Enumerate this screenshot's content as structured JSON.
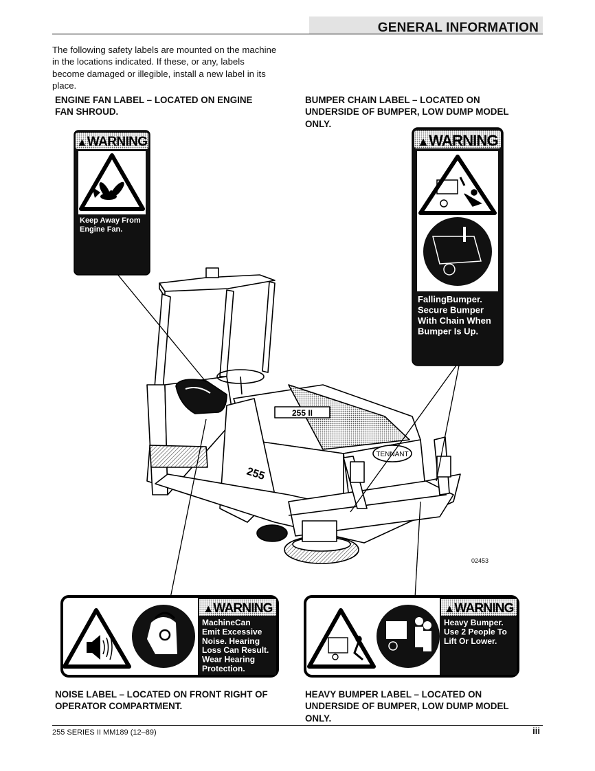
{
  "header": {
    "title": "GENERAL INFORMATION"
  },
  "intro": "The following safety labels are mounted on the machine in the locations indicated. If these, or any, labels become damaged or illegible, install a new label in its place.",
  "captions": {
    "engine_fan": [
      "ENGINE FAN LABEL – LOCATED ON ENGINE",
      "FAN SHROUD."
    ],
    "bumper_chain": [
      "BUMPER CHAIN LABEL – LOCATED ON",
      "UNDERSIDE OF BUMPER, LOW DUMP MODEL",
      "ONLY."
    ],
    "noise": [
      "NOISE LABEL – LOCATED ON FRONT RIGHT OF",
      "OPERATOR COMPARTMENT."
    ],
    "heavy_bumper": [
      "HEAVY BUMPER LABEL –  LOCATED ON",
      "UNDERSIDE OF BUMPER, LOW DUMP MODEL",
      "ONLY."
    ]
  },
  "labels": {
    "warning_word": "WARNING",
    "engine_fan": {
      "lines": [
        "Keep Away From",
        "Engine Fan."
      ]
    },
    "bumper_chain": {
      "lines": [
        "FallingBumper.",
        "Secure Bumper",
        "With Chain When",
        "Bumper Is Up."
      ]
    },
    "noise": {
      "lines": [
        "MachineCan",
        "Emit Excessive",
        "Noise. Hearing",
        "Loss Can Result.",
        "Wear Hearing",
        "Protection."
      ]
    },
    "heavy_bumper": {
      "lines": [
        "Heavy Bumper.",
        "Use 2 People To",
        "Lift Or Lower."
      ]
    }
  },
  "machine": {
    "model_badge": "255 II",
    "side_badge": "255",
    "brand": "TENNANT"
  },
  "figure_number": "02453",
  "footer": {
    "left": "255 SERIES II  MM189 (12–89)",
    "page": "iii"
  }
}
